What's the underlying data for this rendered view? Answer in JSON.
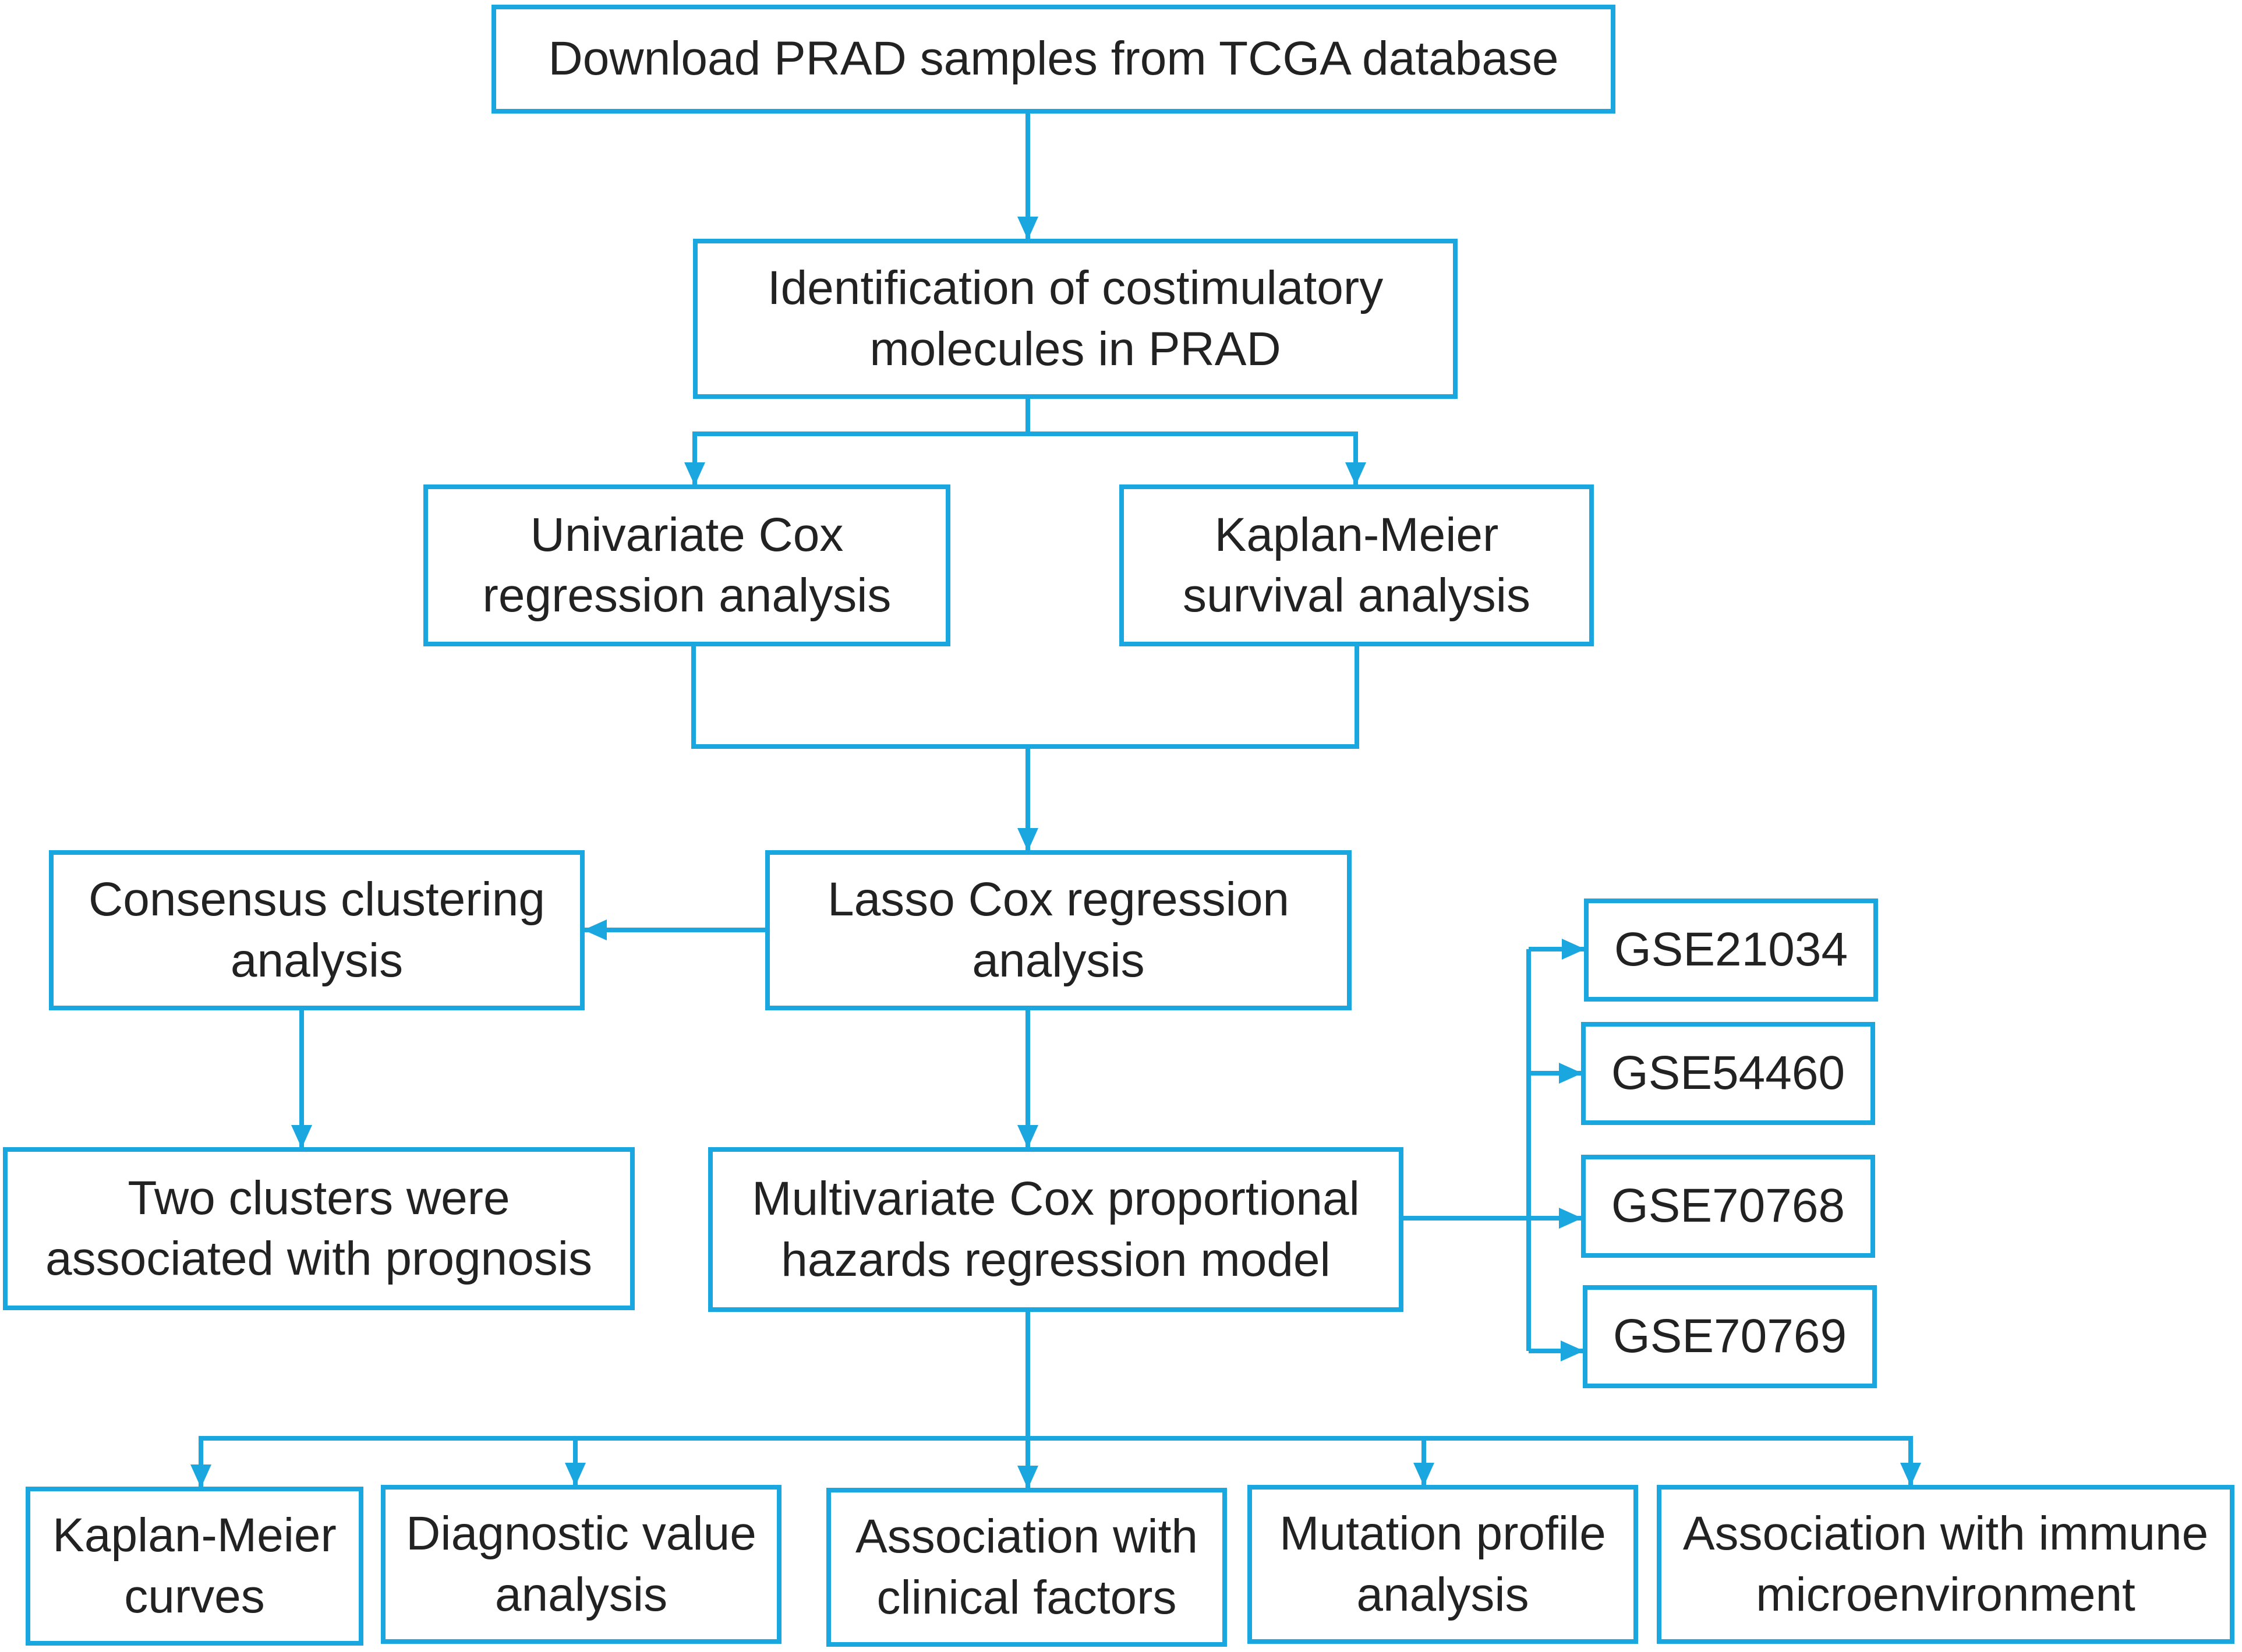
{
  "colors": {
    "stroke": "#1aa7e0",
    "text": "#222222",
    "background": "#ffffff"
  },
  "nodes": {
    "download": "Download PRAD samples from TCGA database",
    "identification": "Identification of costimulatory\nmolecules in PRAD",
    "univariate": "Univariate Cox\nregression analysis",
    "kaplan_survival": "Kaplan-Meier\nsurvival analysis",
    "consensus": "Consensus clustering\nanalysis",
    "lasso": "Lasso Cox regression\nanalysis",
    "two_clusters": "Two clusters were\nassociated with prognosis",
    "multivariate": "Multivariate Cox proportional\nhazards regression model",
    "gse21034": "GSE21034",
    "gse54460": "GSE54460",
    "gse70768": "GSE70768",
    "gse70769": "GSE70769",
    "km_curves": "Kaplan-Meier\ncurves",
    "diagnostic": "Diagnostic value\nanalysis",
    "clinical": "Association with\nclinical factors",
    "mutation": "Mutation profile\nanalysis",
    "immune": "Association with immune\nmicroenvironment"
  }
}
